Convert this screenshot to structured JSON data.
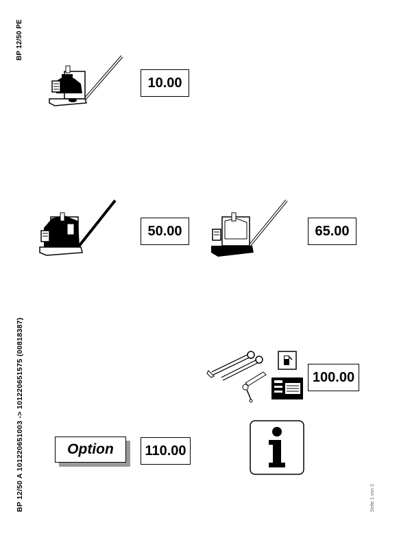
{
  "header": {
    "model_top": "BP 12/50 PE"
  },
  "side": {
    "model_range": "BP 12/50 A 101220651003 -> 101220651575 (00818387)"
  },
  "sections": {
    "s10": {
      "label": "10.00",
      "icon": "plate-compactor-icon"
    },
    "s50": {
      "label": "50.00",
      "icon": "plate-compactor-engine-icon"
    },
    "s65": {
      "label": "65.00",
      "icon": "plate-compactor-base-icon"
    },
    "s100": {
      "label": "100.00",
      "icon": "tools-fuel-nameplate-icon"
    },
    "s110": {
      "label": "110.00",
      "option_label": "Option"
    },
    "info": {
      "icon": "information-icon"
    }
  },
  "footer": {
    "page": "Seite 1 von 2"
  }
}
